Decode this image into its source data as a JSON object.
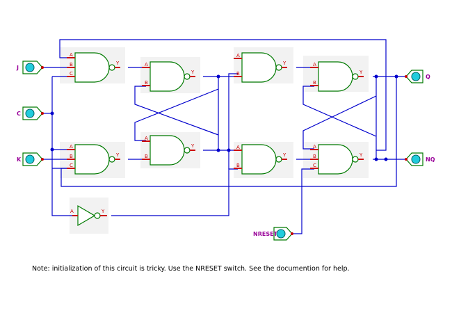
{
  "inputs": {
    "j": "J",
    "c": "C",
    "k": "K",
    "nreset": "NRESET"
  },
  "outputs": {
    "q": "Q",
    "nq": "NQ"
  },
  "pins": {
    "a": "A",
    "b": "B",
    "c": "C",
    "y": "Y"
  },
  "note": "Note: initialization of this circuit is tricky. Use the NRESET switch. See the documention for help.",
  "colors": {
    "wire": "#0000cc",
    "gate": "#007a00",
    "pin": "#cc0000",
    "label": "#990099",
    "led": "#22ccdd"
  }
}
